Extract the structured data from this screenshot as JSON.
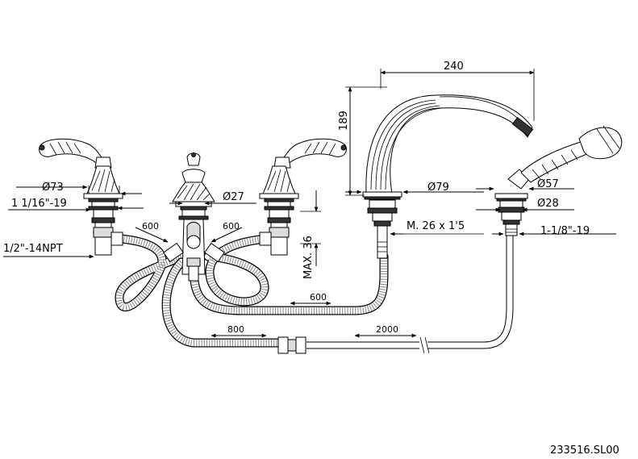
{
  "dimensions": {
    "width_240": "240",
    "height_189": "189",
    "dia_73": "Ø73",
    "thread_1_1_16": "1 1/16\"-19",
    "dia_27": "Ø27",
    "dia_79": "Ø79",
    "dia_57": "Ø57",
    "dia_28": "Ø28",
    "thread_half_npt": "1/2\"-14NPT",
    "hose_600_left": "600",
    "hose_600_right": "600",
    "max_36": "MAX. 36",
    "m_26": "M. 26 x 1'5",
    "thread_1_1_8": "1-1/8\"-19",
    "hose_600_bottom": "600",
    "hose_800": "800",
    "hose_2000": "2000"
  },
  "reference_code": "233516.SL00"
}
